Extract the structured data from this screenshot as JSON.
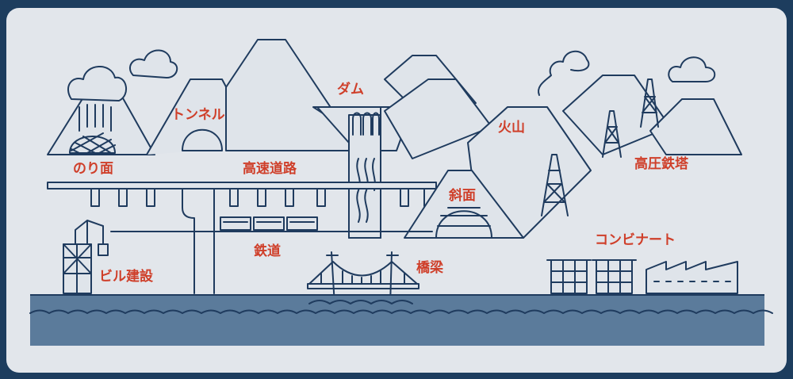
{
  "labels": {
    "slope_face": "のり面",
    "tunnel": "トンネル",
    "dam": "ダム",
    "expressway": "高速道路",
    "volcano": "火山",
    "transmission_tower": "高圧鉄塔",
    "slope": "斜面",
    "railway": "鉄道",
    "building_construction": "ビル建設",
    "bridge": "橋梁",
    "industrial_complex": "コンビナート"
  },
  "colors": {
    "frame": "#1d3d5e",
    "background": "#e2e6eb",
    "line": "#1f3b5e",
    "water": "#5b7b9b",
    "label": "#cf3f2a"
  }
}
